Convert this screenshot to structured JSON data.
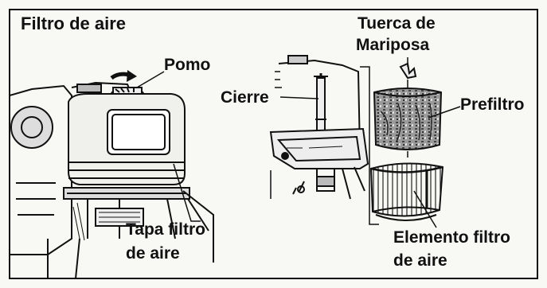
{
  "title": "Filtro de aire",
  "labels": {
    "pomo": "Pomo",
    "cierre": "Cierre",
    "tuerca_line1": "Tuerca de",
    "tuerca_line2": "Mariposa",
    "prefiltro": "Prefiltro",
    "tapa_line1": "Tapa filtro",
    "tapa_line2": "de aire",
    "elemento_line1": "Elemento filtro",
    "elemento_line2": "de aire"
  },
  "icons": [
    "rotation-arrow-icon"
  ],
  "colors": {
    "ink": "#111111",
    "paper": "#f8f8f5"
  }
}
